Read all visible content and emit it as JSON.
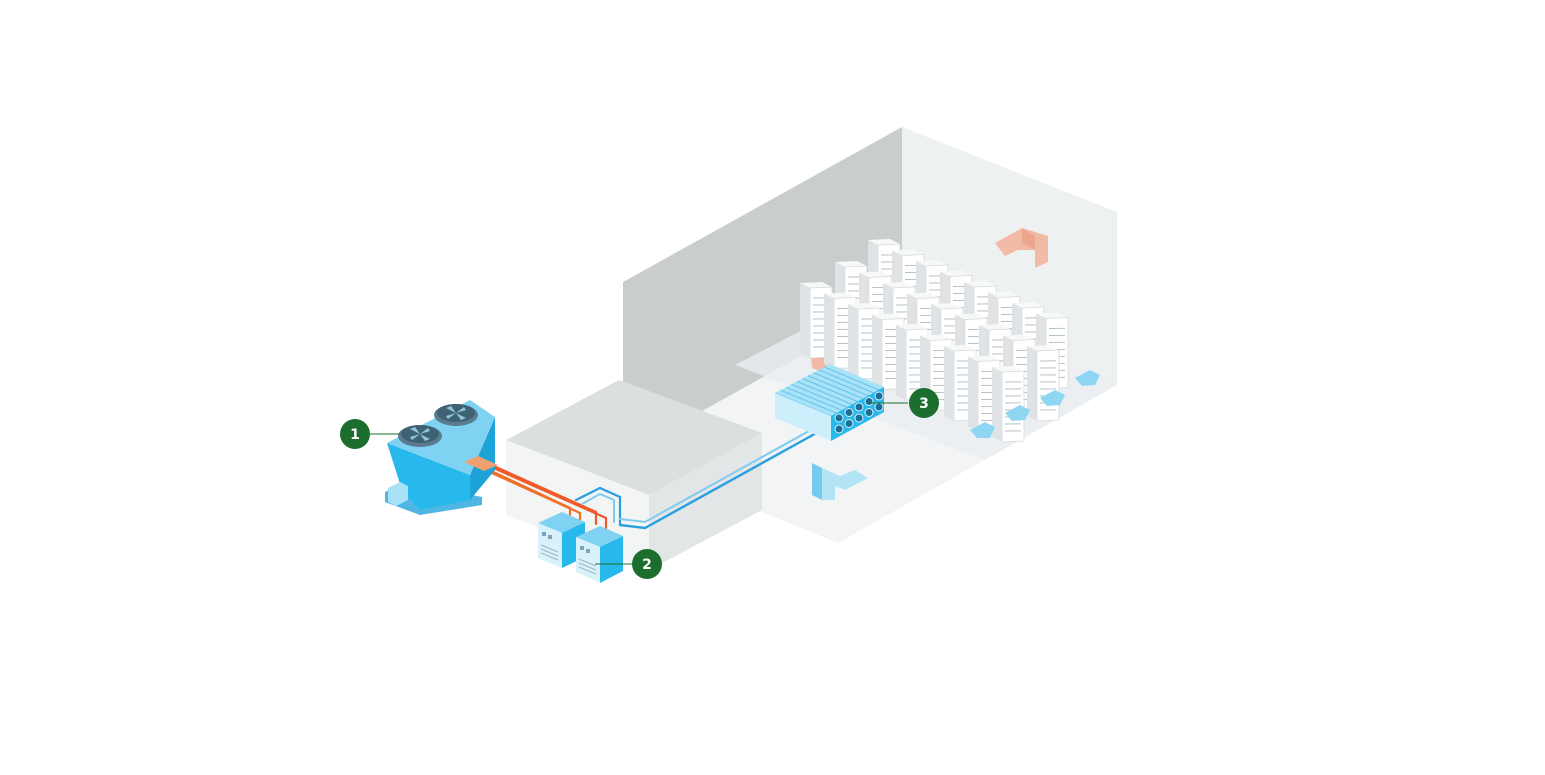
{
  "diagram": {
    "callouts": [
      {
        "id": "1",
        "label": "1",
        "component": "dry-cooler"
      },
      {
        "id": "2",
        "label": "2",
        "component": "pump-units"
      },
      {
        "id": "3",
        "label": "3",
        "component": "cooling-coil-unit"
      }
    ],
    "colors": {
      "callout": "#1b6e2e",
      "equipment_blue": "#27b8ec",
      "equipment_light": "#a9e2f7",
      "pipe_hot": "#f0702a",
      "pipe_cold": "#2a9fe0",
      "hot_air": "#f3a88d",
      "cold_air": "#8fd6f3",
      "wall_dark": "#c9cdcc",
      "wall_light": "#eef1f2"
    }
  }
}
